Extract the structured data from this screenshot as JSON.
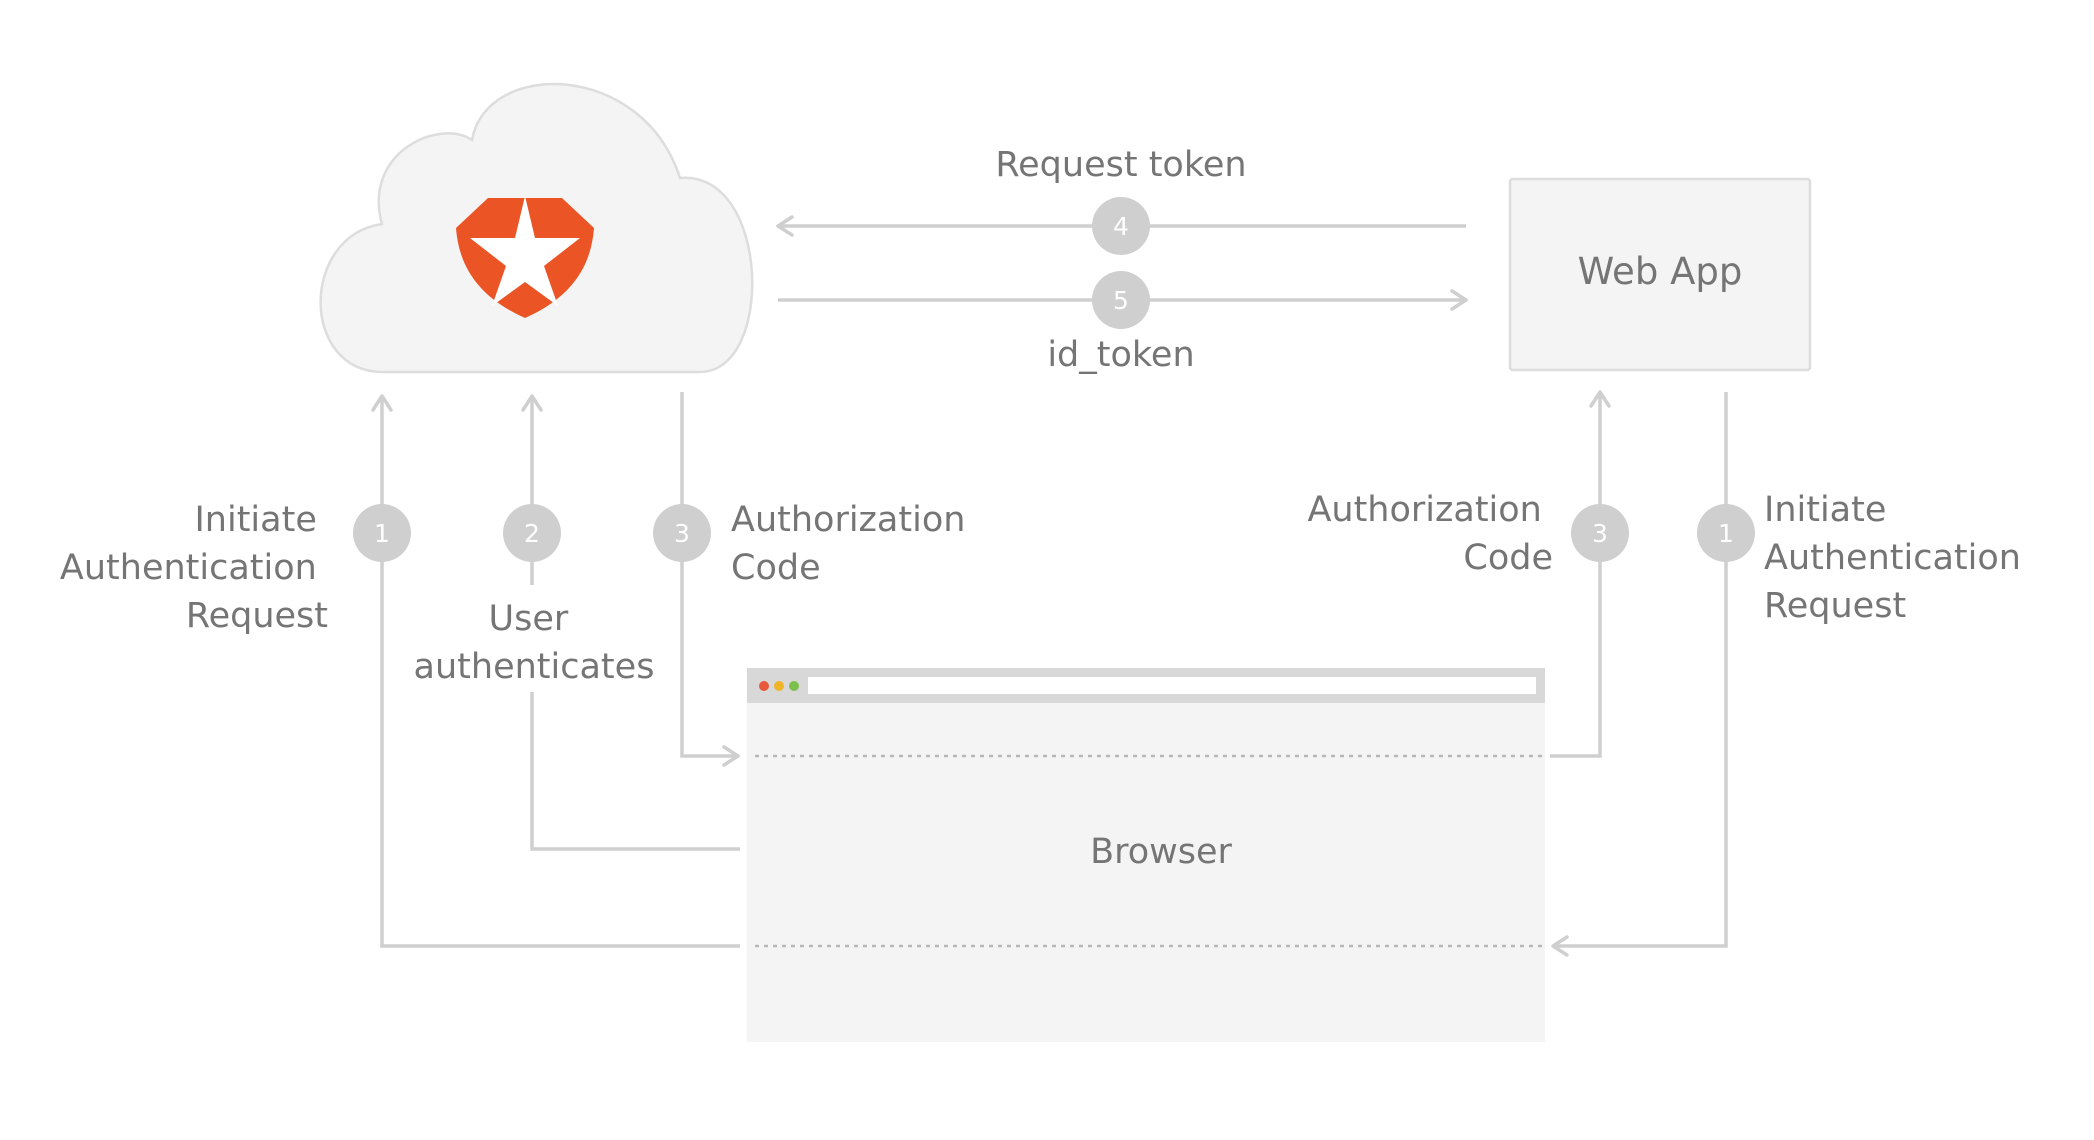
{
  "colors": {
    "line": "#cfcfcf",
    "badge": "#cfcfcf",
    "text": "#757575",
    "box_fill": "#f4f4f4",
    "box_stroke": "#dddddd",
    "logo": "#eb5424",
    "dot_red": "#e8593c",
    "dot_yellow": "#f0b429",
    "dot_green": "#7cc04b"
  },
  "icons": {
    "auth_server": "cloud-icon",
    "logo": "shield-star-logo-icon"
  },
  "nodes": {
    "web_app": "Web App",
    "browser": "Browser"
  },
  "steps": {
    "request_token": {
      "number": "4",
      "label": "Request token"
    },
    "id_token": {
      "number": "5",
      "label": "id_token"
    },
    "left_initiate": {
      "number": "1",
      "lines": [
        "Initiate",
        "Authentication",
        "Request"
      ]
    },
    "user_auth": {
      "number": "2",
      "lines": [
        "User",
        "authenticates"
      ]
    },
    "left_auth_code": {
      "number": "3",
      "lines": [
        "Authorization",
        "Code"
      ]
    },
    "right_auth_code": {
      "number": "3",
      "lines": [
        "Authorization",
        "Code"
      ]
    },
    "right_initiate": {
      "number": "1",
      "lines": [
        "Initiate",
        "Authentication",
        "Request"
      ]
    }
  }
}
